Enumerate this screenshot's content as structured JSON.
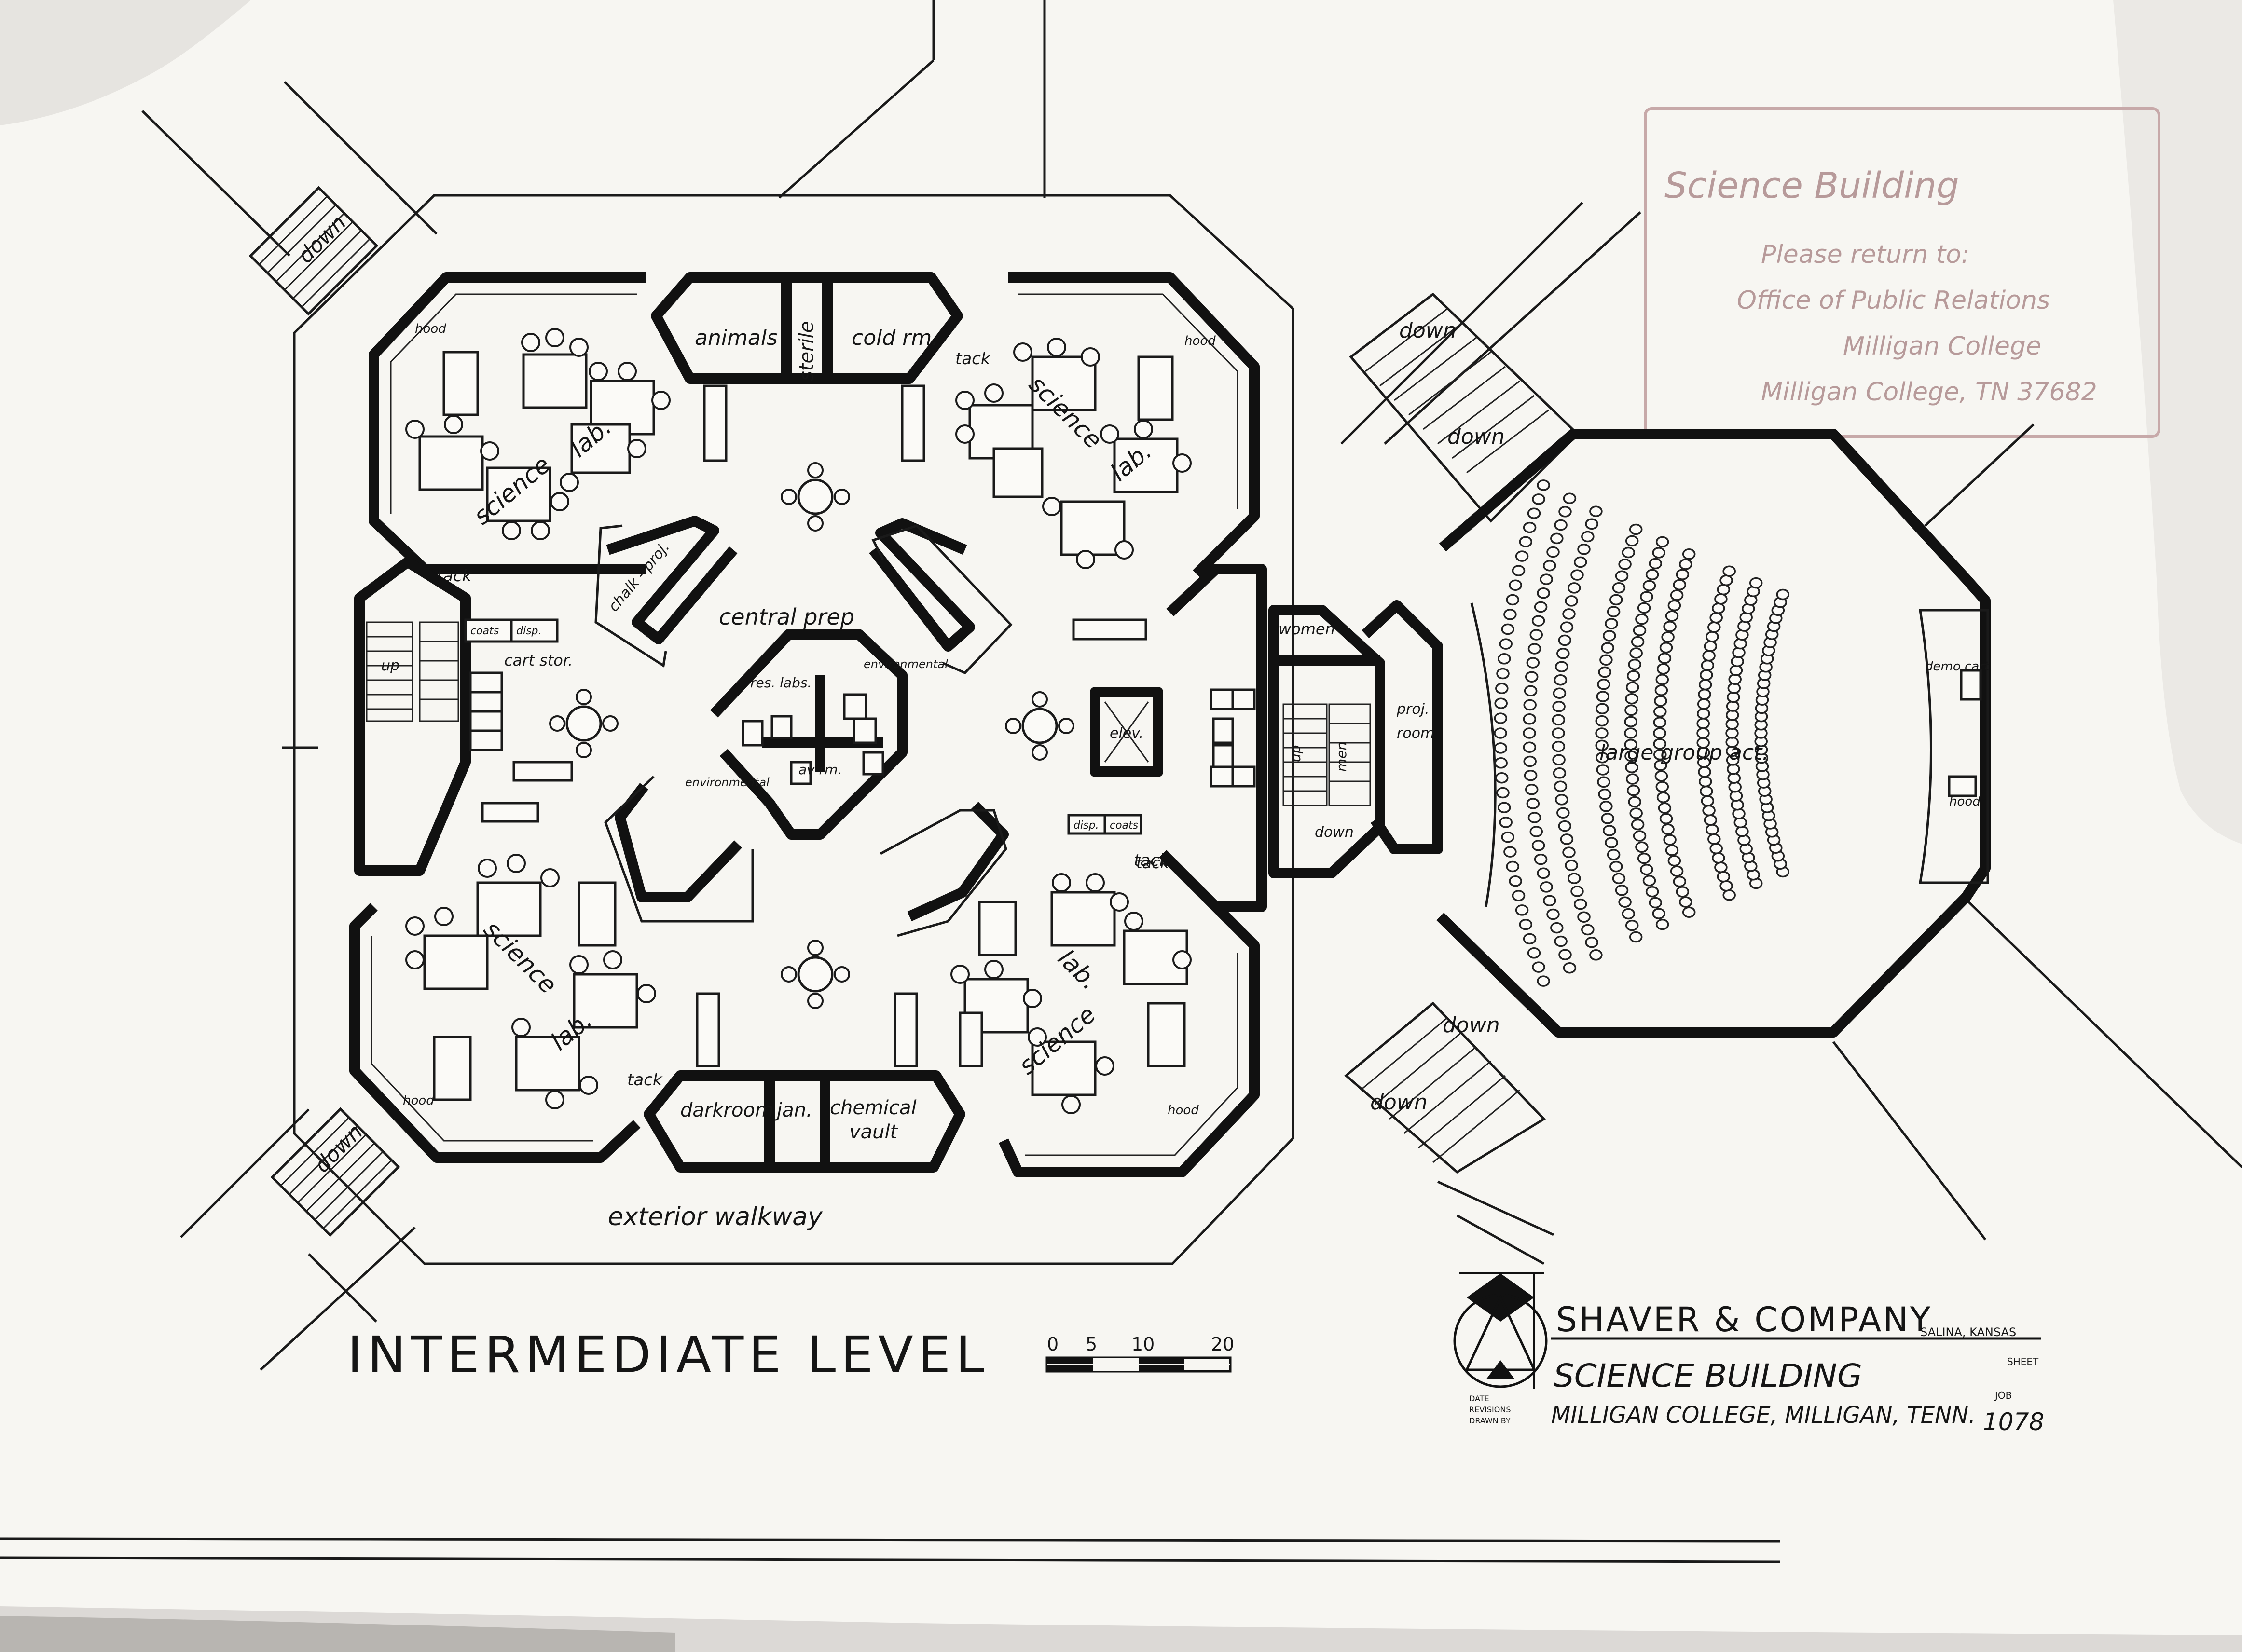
{
  "drawing": {
    "title": "INTERMEDIATE LEVEL",
    "scale_labels": [
      "0",
      "5",
      "10",
      "20"
    ]
  },
  "rooms": {
    "animals": "animals",
    "sterile": "sterile",
    "cold_rm": "cold rm.",
    "science_lab_nw_1": "science",
    "science_lab_nw_2": "lab.",
    "science_lab_ne_1": "science",
    "science_lab_ne_2": "lab.",
    "science_lab_sw_1": "science",
    "science_lab_sw_2": "lab.",
    "science_lab_se_1": "science",
    "science_lab_se_2": "lab.",
    "central_prep": "central prep",
    "res_labs": "res. labs.",
    "environmental_1": "environmental",
    "environmental_2": "environmental",
    "av_rm": "av rm.",
    "chalk_proj": "chalk - proj.",
    "cart_stor": "cart stor.",
    "coats_1": "coats",
    "disp_1": "disp.",
    "coats_2": "coats",
    "disp_2": "disp.",
    "tack_1": "tack",
    "tack_2": "tack",
    "tack_3": "tack",
    "tack_4": "tack",
    "tack_5": "tack",
    "hood_1": "hood",
    "hood_2": "hood",
    "hood_3": "hood",
    "hood_4": "hood",
    "hood_5": "hood",
    "women": "women",
    "men": "men",
    "elev": "elev.",
    "proj_room_1": "proj.",
    "proj_room_2": "room",
    "up": "up",
    "darkroom": "darkroom",
    "jan": "jan.",
    "chemical_1": "chemical",
    "chemical_2": "vault",
    "exterior_walkway": "exterior walkway",
    "large_group_act": "large group act.",
    "demo_cart": "demo cart",
    "down": "down"
  },
  "title_block": {
    "firm": "SHAVER & COMPANY",
    "location": "SALINA, KANSAS",
    "sheet_label": "SHEET",
    "project": "SCIENCE BUILDING",
    "client": "MILLIGAN COLLEGE, MILLIGAN, TENN.",
    "job_label": "JOB",
    "job_number": "1078",
    "date_label": "DATE",
    "revisions_label": "REVISIONS",
    "drawn_by_label": "DRAWN BY"
  },
  "stamp": {
    "line1": "Science Building",
    "line2": "Please return to:",
    "line3": "Office of Public Relations",
    "line4": "Milligan College",
    "line5": "Milligan College, TN 37682"
  },
  "colors": {
    "ink": "#111111",
    "paper": "#f4f2ee",
    "stamp": "#c7a9a9"
  }
}
